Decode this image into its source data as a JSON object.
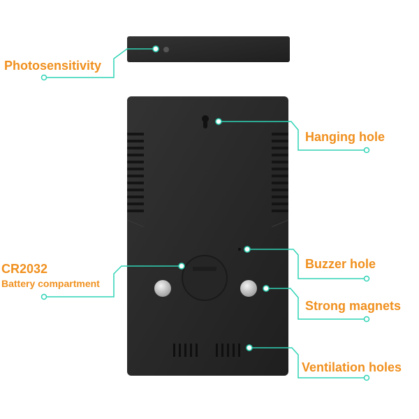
{
  "colors": {
    "label": "#f0901e",
    "leader_line": "#2fd3b5",
    "device_body": "#2a2a2a",
    "background": "#ffffff"
  },
  "labels": {
    "photosensitivity": "Photosensitivity",
    "hanging_hole": "Hanging hole",
    "buzzer_hole": "Buzzer hole",
    "strong_magnets": "Strong magnets",
    "ventilation_holes": "Ventilation holes",
    "battery_model": "CR2032",
    "battery_compartment": "Battery compartment"
  }
}
